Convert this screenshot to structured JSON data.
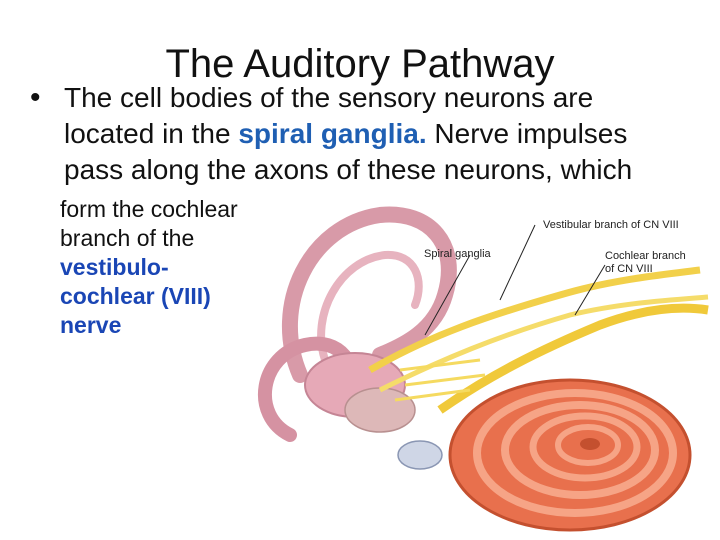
{
  "slide": {
    "title": "The Auditory Pathway",
    "bullet": {
      "line1": "The cell bodies of the sensory neurons are",
      "line2_a": "located in the ",
      "line2_hl": "spiral ganglia.",
      "line2_b": "  Nerve impulses",
      "line3": "pass along the axons of these neurons, which",
      "cont1": "form the cochlear",
      "cont2": "branch of the",
      "hl1": "vestibulo-",
      "hl2": "cochlear (VIII)",
      "hl3": "nerve"
    }
  },
  "figure": {
    "labels": {
      "vestibular": "Vestibular branch of CN VIII",
      "spiral": "Spiral ganglia",
      "cochlear1": "Cochlear branch",
      "cochlear2": "of CN VIII"
    }
  }
}
